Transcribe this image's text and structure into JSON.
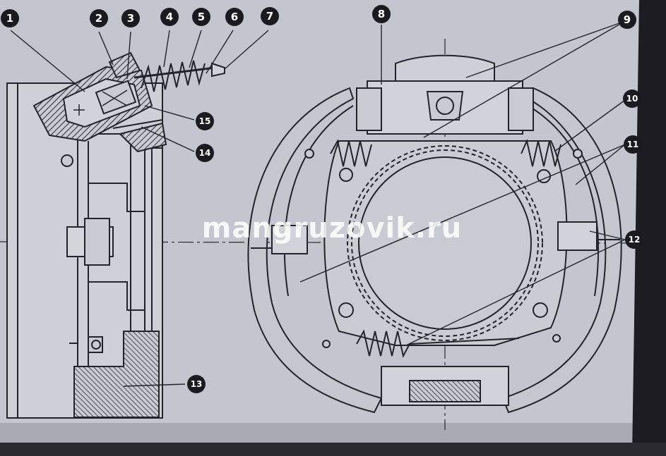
{
  "diagram": {
    "callouts": [
      "1",
      "2",
      "3",
      "4",
      "5",
      "6",
      "7",
      "8",
      "9",
      "10",
      "11",
      "12",
      "13",
      "14",
      "15"
    ],
    "watermark": "mangruzovik.ru"
  },
  "colors": {
    "paper": "#c9cad2",
    "ink": "#23232b",
    "dark_frame": "#1c1c22"
  }
}
